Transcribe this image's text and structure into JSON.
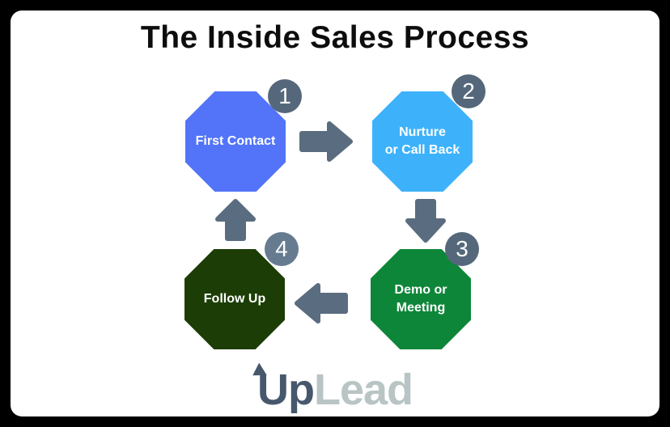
{
  "title": "The Inside Sales Process",
  "steps": [
    {
      "number": "1",
      "line1": "First Contact",
      "line2": ""
    },
    {
      "number": "2",
      "line1": "Nurture",
      "line2": "or Call Back"
    },
    {
      "number": "3",
      "line1": "Demo or",
      "line2": "Meeting"
    },
    {
      "number": "4",
      "line1": "Follow Up",
      "line2": ""
    }
  ],
  "flow": [
    "right",
    "down",
    "left",
    "up"
  ],
  "logo": {
    "primary": "Up",
    "secondary": "Lead"
  },
  "colors": {
    "frame": "#000000",
    "background": "#ffffff",
    "step1": "#5374f8",
    "step2": "#3db2fb",
    "step3": "#0e8639",
    "step4": "#1c3e06",
    "badge": "#55687b",
    "badge4": "#667b8f",
    "arrow": "#5a6c7f",
    "logo_primary": "#47586c",
    "logo_secondary": "#b9c4c5"
  }
}
